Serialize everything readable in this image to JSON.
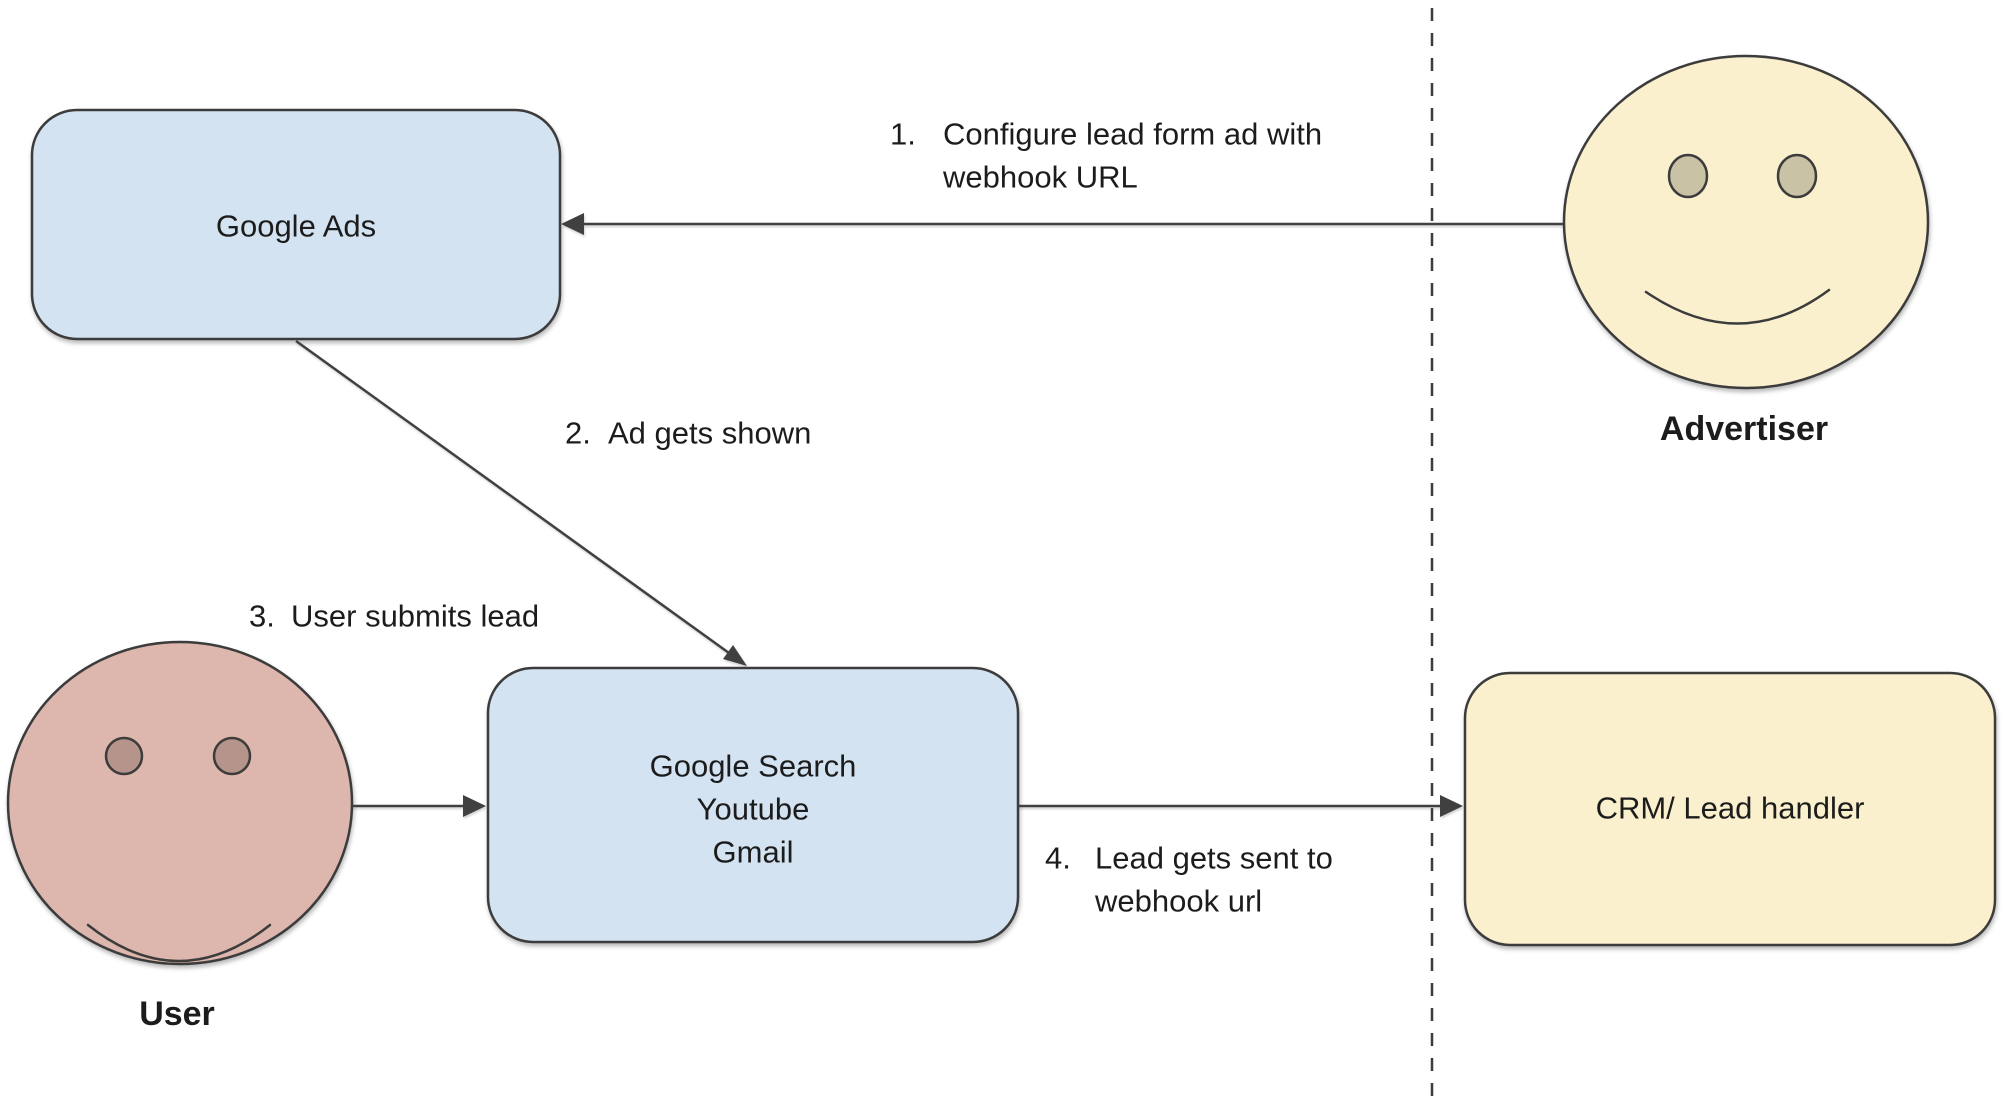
{
  "colors": {
    "box_blue": "#d4e3f1",
    "box_yellow": "#faf0ce",
    "face_yellow": "#faf0ce",
    "face_pink": "#ddb6ad",
    "eye_tan": "#c9c2a4",
    "eye_mauve": "#b5948b",
    "outline_dark": "#3c3c3c",
    "arrow": "#404040",
    "text": "#1c1c1c"
  },
  "nodes": {
    "google_ads": {
      "label": "Google Ads"
    },
    "google_surfaces": {
      "lines": [
        "Google Search",
        "Youtube",
        "Gmail"
      ]
    },
    "crm": {
      "label": "CRM/ Lead handler"
    },
    "advertiser": {
      "label": "Advertiser"
    },
    "user": {
      "label": "User"
    }
  },
  "steps": {
    "step1": {
      "number": "1.",
      "text_line1": "Configure lead form ad with",
      "text_line2": "webhook URL"
    },
    "step2": {
      "number": "2.",
      "text_line1": "Ad gets shown"
    },
    "step3": {
      "number": "3.",
      "text_line1": "User submits lead"
    },
    "step4": {
      "number": "4.",
      "text_line1": "Lead gets sent to",
      "text_line2": "webhook url"
    }
  }
}
